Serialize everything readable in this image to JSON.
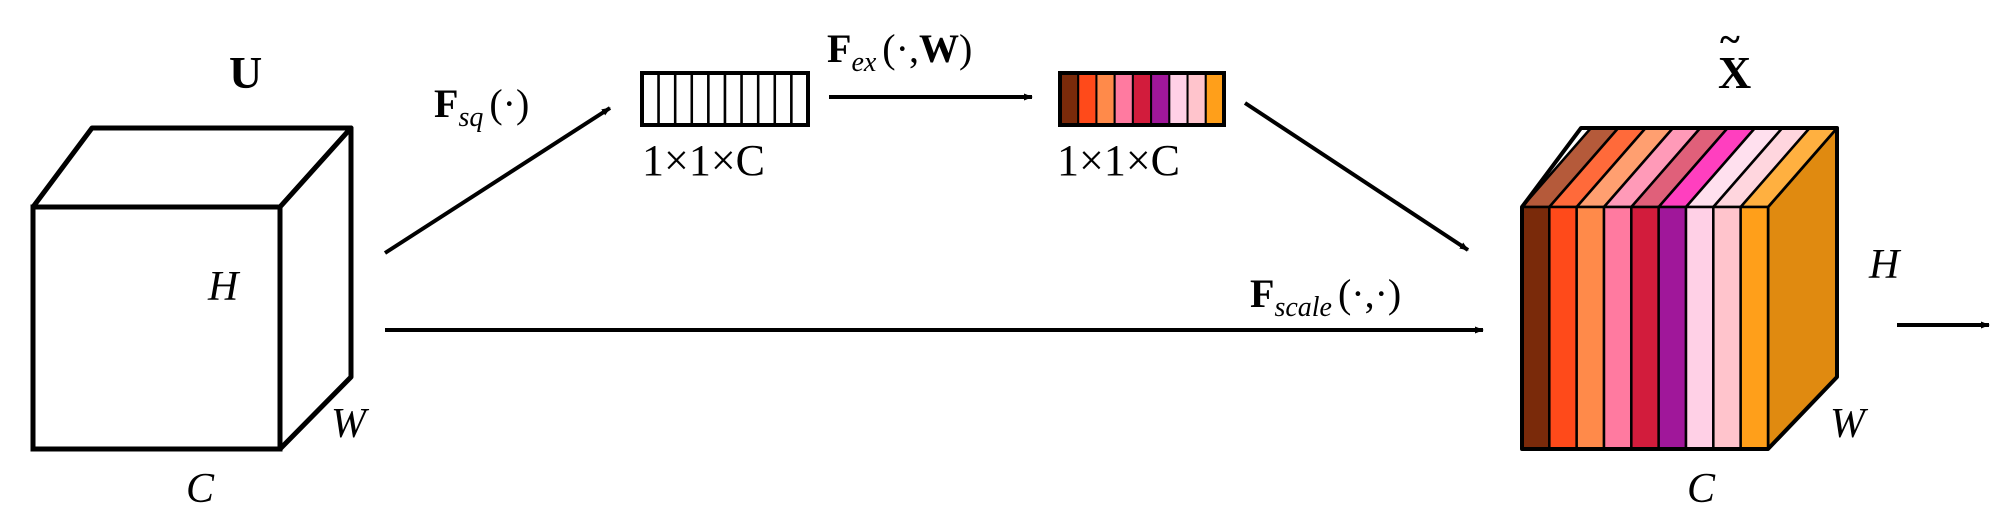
{
  "input_cube": {
    "title": "U",
    "height_label": "H",
    "width_label": "W",
    "channel_label": "C"
  },
  "squeeze": {
    "op_main": "F",
    "op_sub": "sq",
    "op_args": "(·)",
    "vector_dim": "1×1×C",
    "vector_cells": 10
  },
  "excitation": {
    "op_main": "F",
    "op_sub": "ex",
    "op_args_open": "(·,",
    "op_args_bold": "W",
    "op_args_close": ")",
    "vector_dim": "1×1×C",
    "cell_colors": [
      "#7a2a0a",
      "#ff4a1a",
      "#ff8a4a",
      "#ff7aa0",
      "#d21c3c",
      "#a0179a",
      "#ffd0e6",
      "#ffc4cc",
      "#ff9f1a"
    ]
  },
  "scale": {
    "op_main": "F",
    "op_sub": "scale",
    "op_args": "(·,·)"
  },
  "output_cube": {
    "title": "X",
    "title_accent": "~",
    "height_label": "H",
    "width_label": "W",
    "channel_label": "C",
    "front_colors": [
      "#7a2a0a",
      "#ff4a1a",
      "#ff8a4a",
      "#ff7aa0",
      "#d21c3c",
      "#a0179a",
      "#ffd0e6",
      "#ffc4cc",
      "#ff9f1a"
    ],
    "top_colors": [
      "#b55a3a",
      "#ff6a3a",
      "#ff9f70",
      "#ff9ab8",
      "#e0607a",
      "#ff3fbf",
      "#ffe0ee",
      "#ffd6de",
      "#ffb040"
    ],
    "side_color": "#e08a10"
  }
}
